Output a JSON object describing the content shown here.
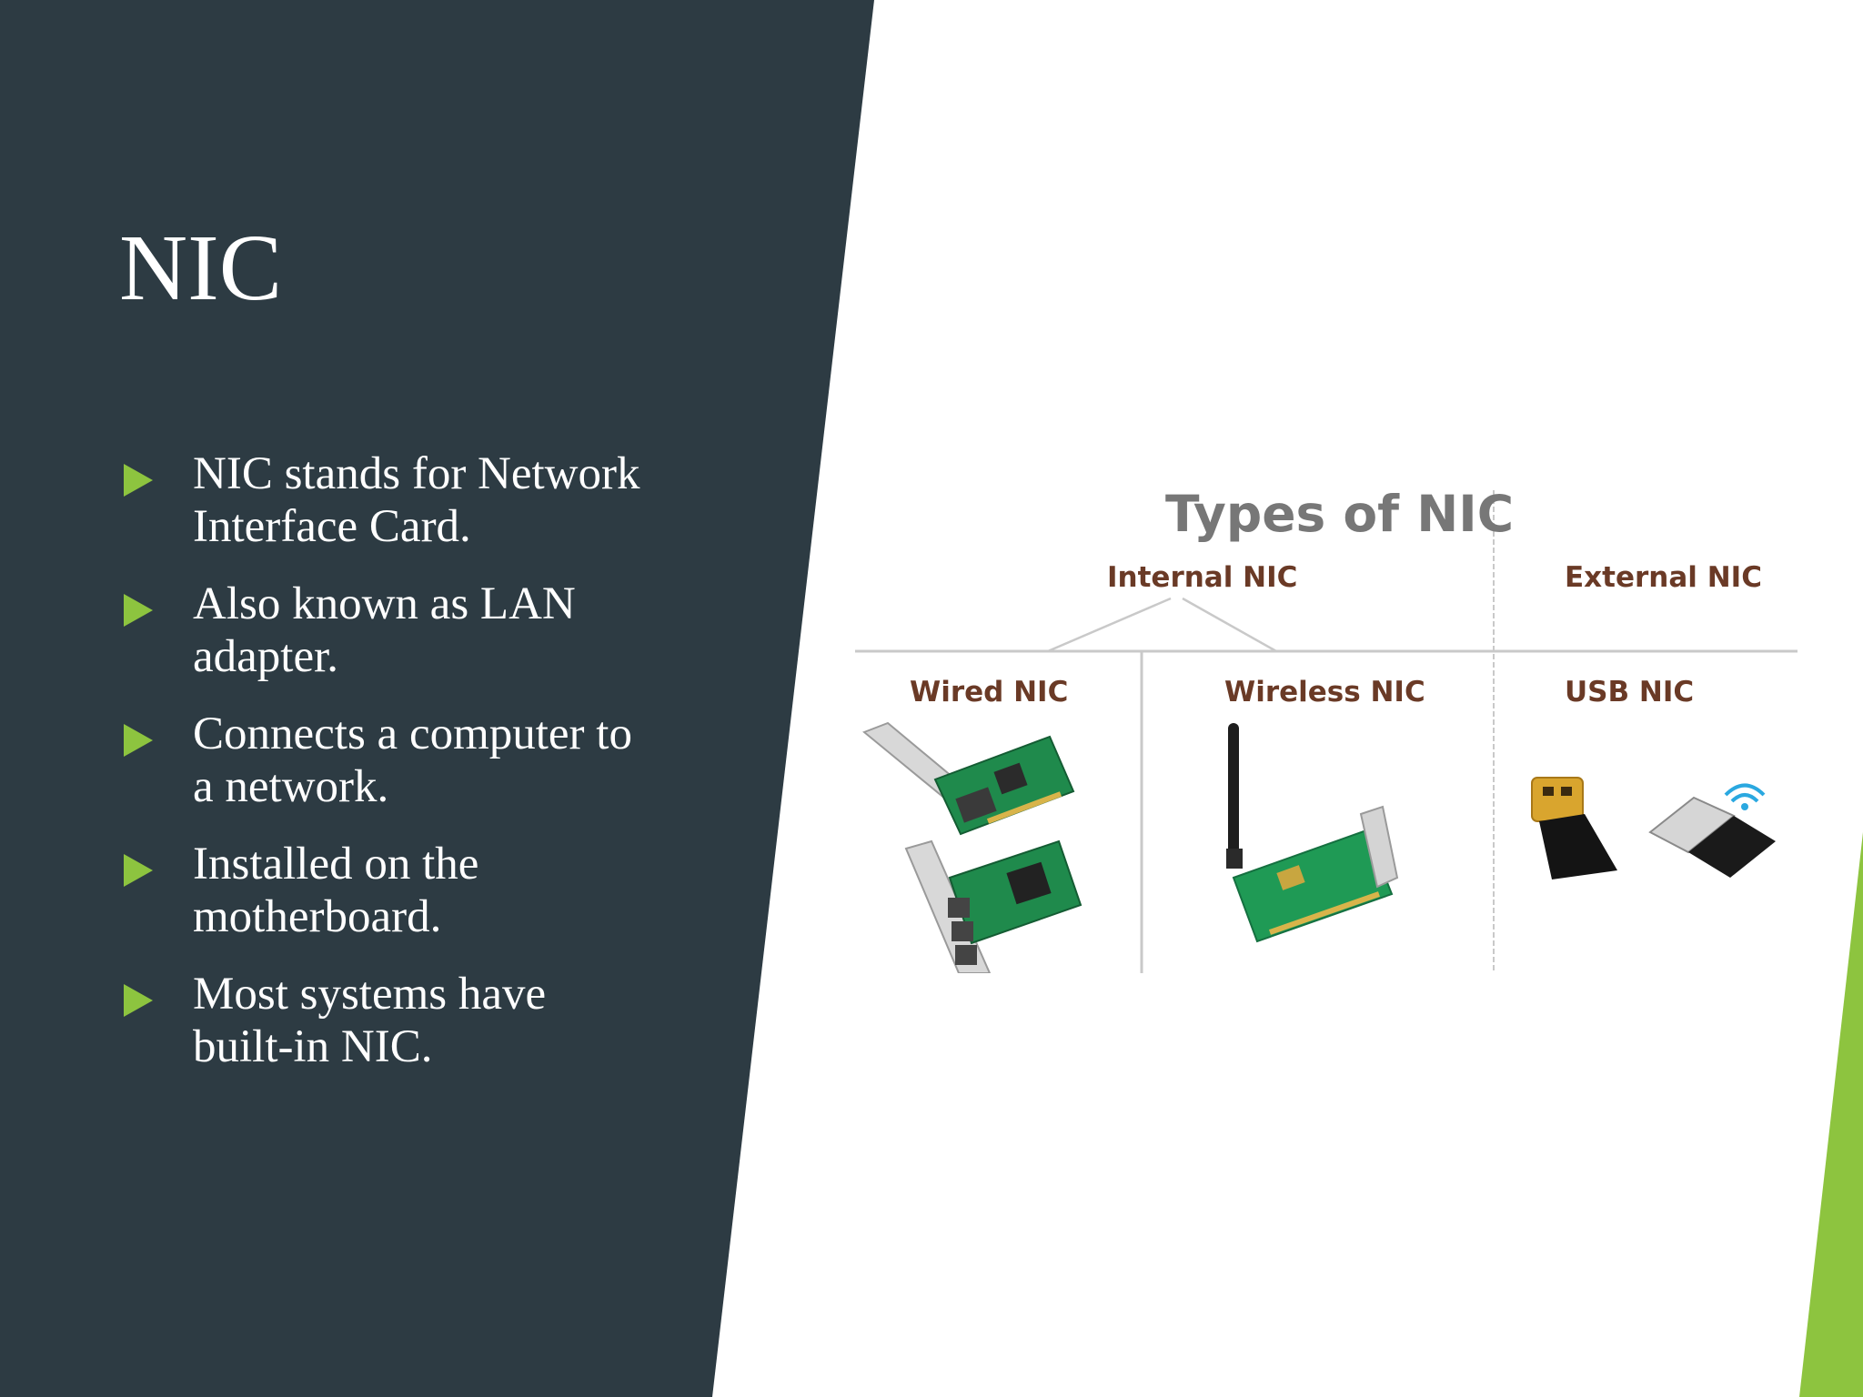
{
  "slide": {
    "title": "NIC",
    "bullets": [
      {
        "line1": " NIC stands for Network",
        "line2": "Interface Card."
      },
      {
        "line1": " Also known as LAN",
        "line2": "adapter."
      },
      {
        "line1": " Connects a computer to",
        "line2": "a network."
      },
      {
        "line1": " Installed on the",
        "line2": "motherboard."
      },
      {
        "line1": " Most systems have",
        "line2": "built-in NIC."
      }
    ]
  },
  "figure": {
    "title": "Types of NIC",
    "internal_label": "Internal NIC",
    "external_label": "External NIC",
    "wired_label": "Wired NIC",
    "wireless_label": "Wireless NIC",
    "usb_label": "USB NIC"
  },
  "colors": {
    "panel": "#2d3b43",
    "accent": "#8dc43f",
    "figure_text": "#6a3a26"
  }
}
